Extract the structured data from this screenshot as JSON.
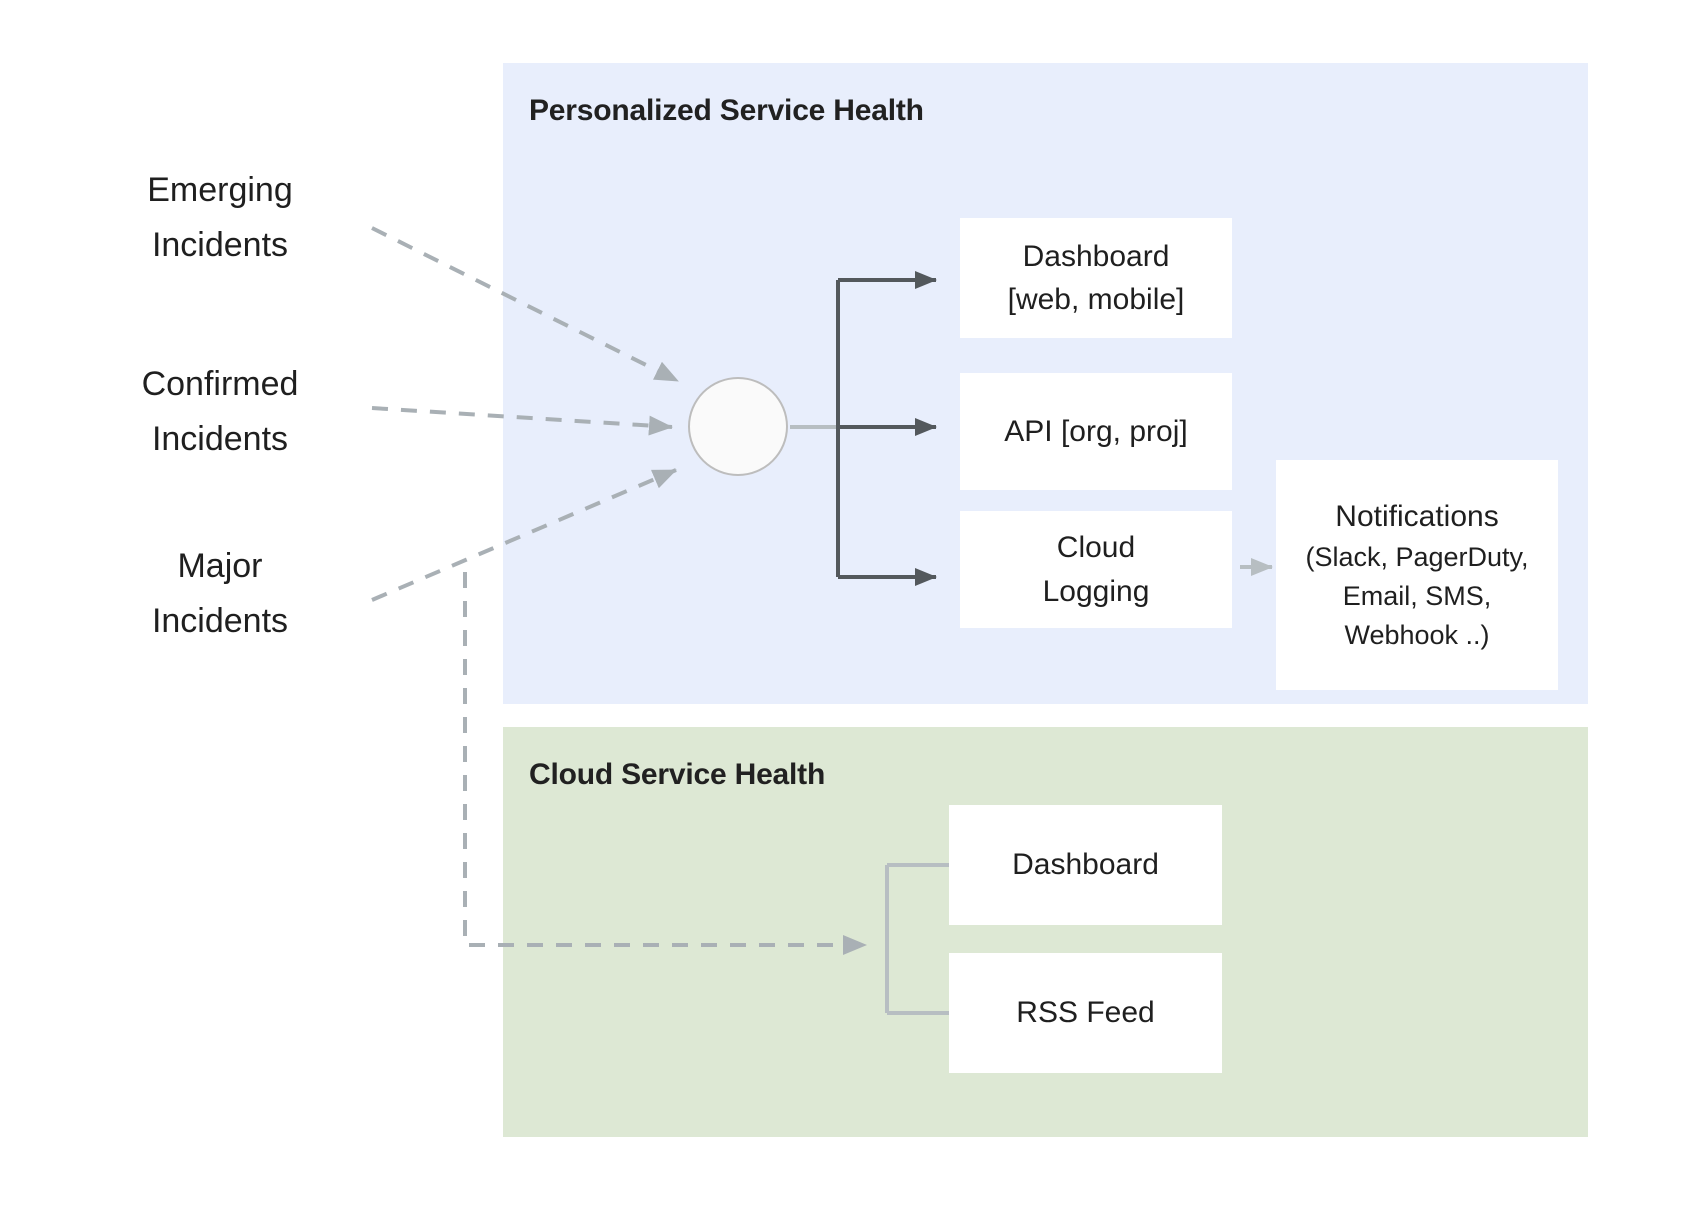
{
  "diagram": {
    "title_hidden": "",
    "sources": [
      {
        "id": "emerging",
        "label": "Emerging\nIncidents"
      },
      {
        "id": "confirmed",
        "label": "Confirmed\nIncidents"
      },
      {
        "id": "major",
        "label": "Major\nIncidents"
      }
    ],
    "panels": [
      {
        "id": "personalized-service-health",
        "title": "Personalized Service Health",
        "color": "#e8eefc",
        "nodes": [
          {
            "id": "dashboard-web-mobile",
            "label": "Dashboard\n[web, mobile]"
          },
          {
            "id": "api-org-proj",
            "label": "API [org, proj]"
          },
          {
            "id": "cloud-logging",
            "label": "Cloud\nLogging"
          },
          {
            "id": "notifications",
            "title": "Notifications",
            "label": "(Slack, PagerDuty,\nEmail, SMS,\nWebhook ..)"
          }
        ]
      },
      {
        "id": "cloud-service-health",
        "title": "Cloud Service Health",
        "color": "#dde8d4",
        "nodes": [
          {
            "id": "dashboard",
            "label": "Dashboard"
          },
          {
            "id": "rss-feed",
            "label": "RSS Feed"
          }
        ]
      }
    ],
    "hub": {
      "id": "aggregation-hub",
      "label": ""
    },
    "edge_colors": {
      "dashed": "#a9b0b5",
      "solid_dark": "#53585c",
      "solid_light": "#b7bec2"
    }
  }
}
